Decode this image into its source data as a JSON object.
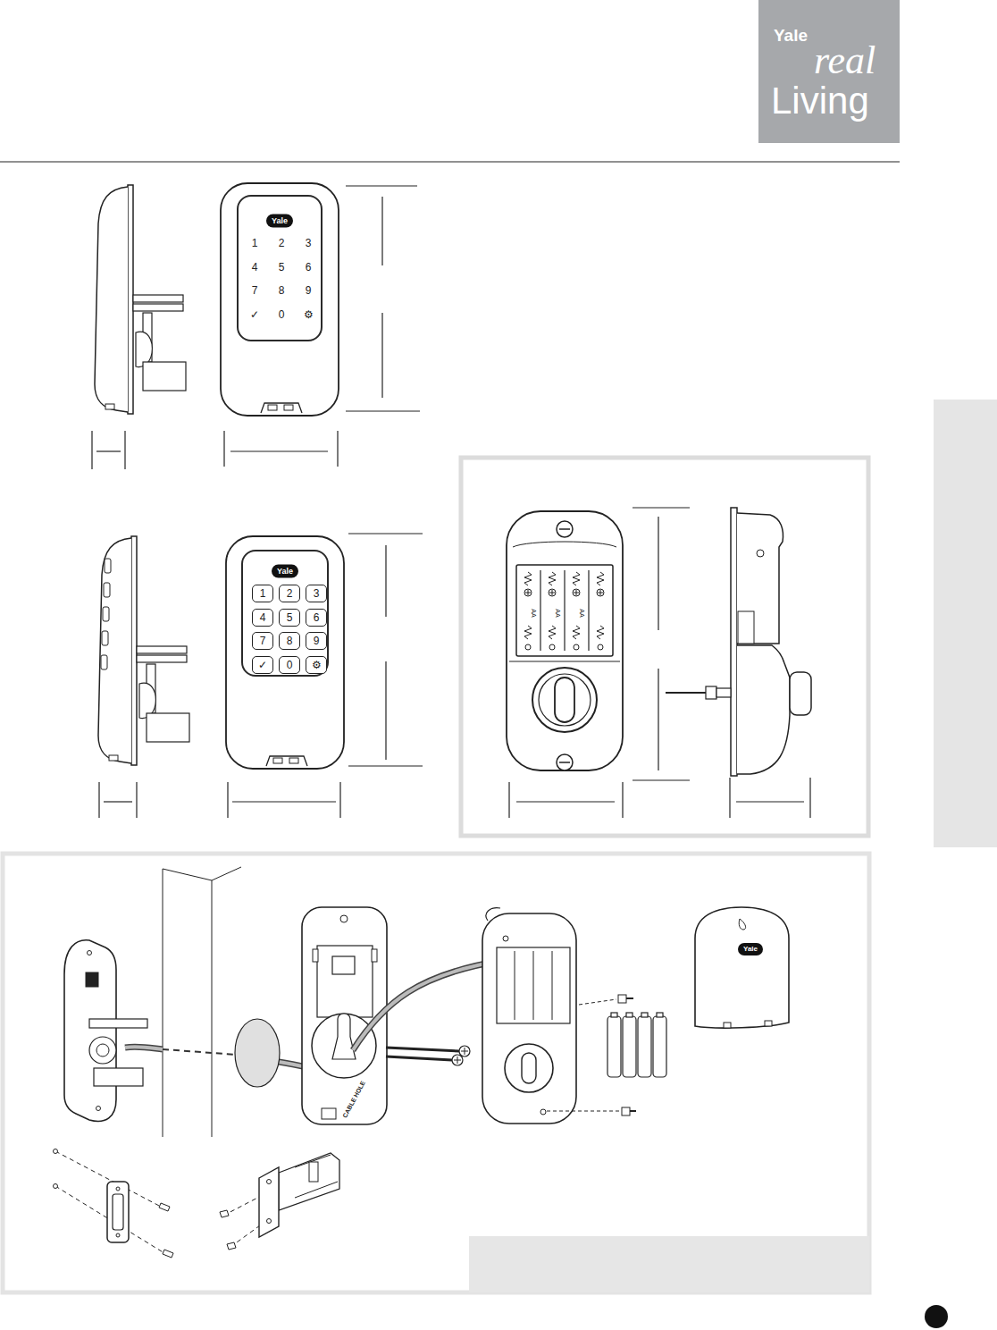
{
  "diagram": {
    "nodes": [
      {
        "text": [
          "Yale",
          "real",
          "Living"
        ]
      },
      {
        "text": [
          "Yale"
        ]
      },
      {
        "text": [
          "Yale"
        ]
      },
      {
        "text": [
          "1"
        ],
        "in": 2
      },
      {
        "text": [
          "2"
        ],
        "in": 2
      },
      {
        "text": [
          "3"
        ],
        "in": 2
      },
      {
        "text": [
          "4"
        ],
        "in": 2
      },
      {
        "text": [
          "5"
        ],
        "in": 2
      },
      {
        "text": [
          "6"
        ],
        "in": 2
      },
      {
        "text": [
          "7"
        ],
        "in": 2
      },
      {
        "text": [
          "8"
        ],
        "in": 2
      },
      {
        "text": [
          "9"
        ],
        "in": 2
      },
      {
        "text": [
          "✓"
        ],
        "in": 2
      },
      {
        "text": [
          "0"
        ],
        "in": 2
      },
      {
        "text": [
          "⚙"
        ],
        "in": 2
      }
    ],
    "labels": [
      "1",
      "2",
      "3",
      "4",
      "5",
      "6",
      "7",
      "8",
      "9",
      "✓",
      "0",
      "⚙",
      "AA",
      "AA",
      "AA",
      "CABLE HOLE",
      "Yale"
    ]
  }
}
